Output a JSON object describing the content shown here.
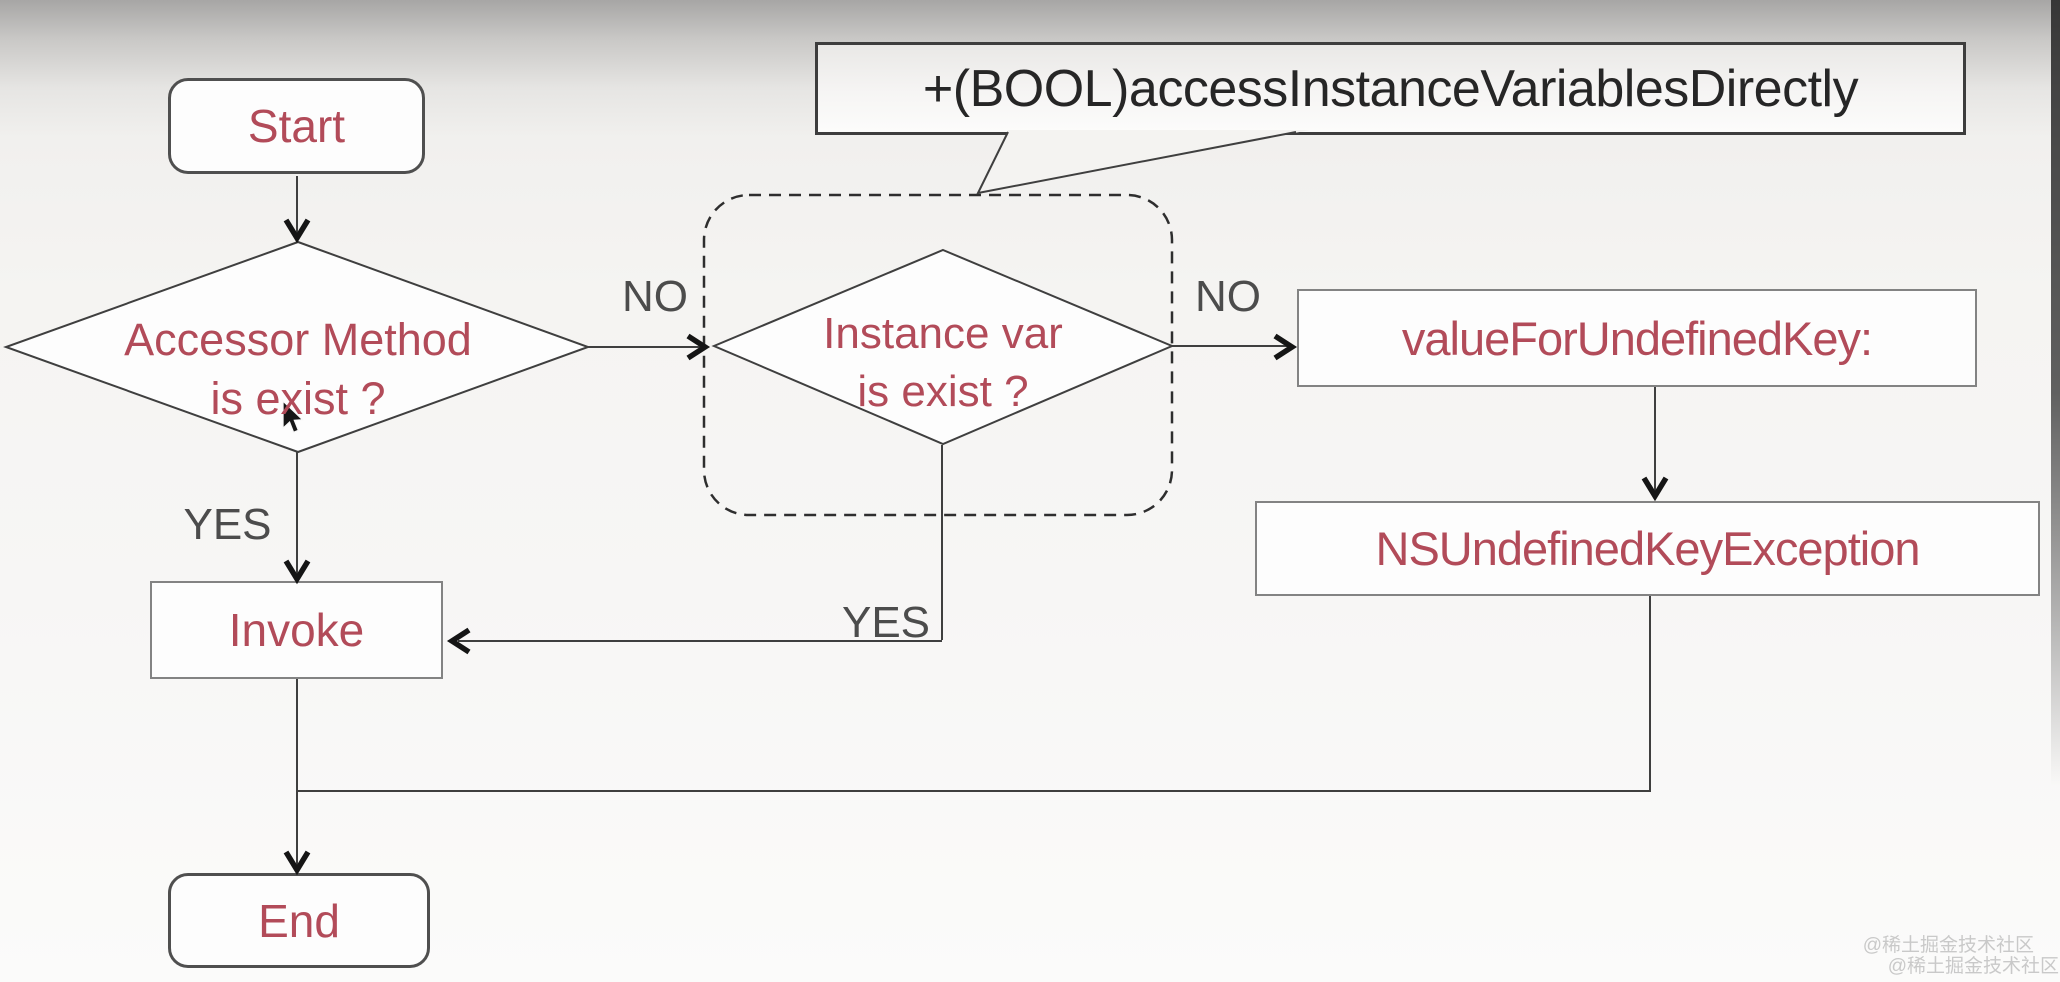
{
  "diagram": {
    "callout": {
      "text": "+(BOOL)accessInstanceVariablesDirectly"
    },
    "nodes": {
      "start": "Start",
      "accessor_line1": "Accessor Method",
      "accessor_line2": "is exist ?",
      "instance_line1": "Instance var",
      "instance_line2": "is exist ?",
      "value_for_undefined_key": "valueForUndefinedKey:",
      "ns_undefined_key_exception": "NSUndefinedKeyException",
      "invoke": "Invoke",
      "end": "End"
    },
    "edge_labels": {
      "no_accessor": "NO",
      "no_instance": "NO",
      "yes_accessor": "YES",
      "yes_instance": "YES"
    },
    "colors": {
      "node_text": "#b24b59",
      "line": "#3f3f3f",
      "edge_label": "#4c4c4c",
      "callout_text": "#262626"
    }
  },
  "watermark": {
    "line1": "@稀土掘金技术社区",
    "line2": "@稀土掘金技术社区"
  }
}
